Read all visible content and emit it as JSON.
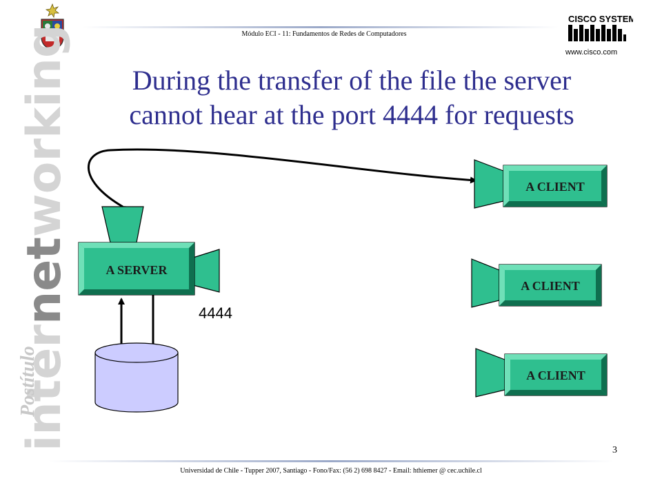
{
  "header": {
    "course": "Módulo ECI - 11: Fundamentos de Redes de Computadores"
  },
  "logo": {
    "brand": "CISCO SYSTEMS",
    "url": "www.cisco.com"
  },
  "sidebar": {
    "word_light_1": "inter",
    "word_dark": "net",
    "word_light_2": "working",
    "sub": "Postítulo"
  },
  "slide": {
    "title_line1": "During the transfer of the file the server",
    "title_line2": "cannot hear at the port 4444 for requests",
    "page_number": "3"
  },
  "diagram": {
    "server_label": "A SERVER",
    "port_label": "4444",
    "clients": [
      {
        "label": "A CLIENT"
      },
      {
        "label": "A CLIENT"
      },
      {
        "label": "A CLIENT"
      }
    ]
  },
  "footer": {
    "text": "Universidad de Chile - Tupper 2007, Santiago - Fono/Fax: (56 2) 698 8427 - Email: hthiemer @ cec.uchile.cl"
  },
  "colors": {
    "box_fill": "#2fbf8f",
    "box_dark": "#0f6f4f",
    "title": "#2e2e8e",
    "db_fill": "#ccccff"
  }
}
